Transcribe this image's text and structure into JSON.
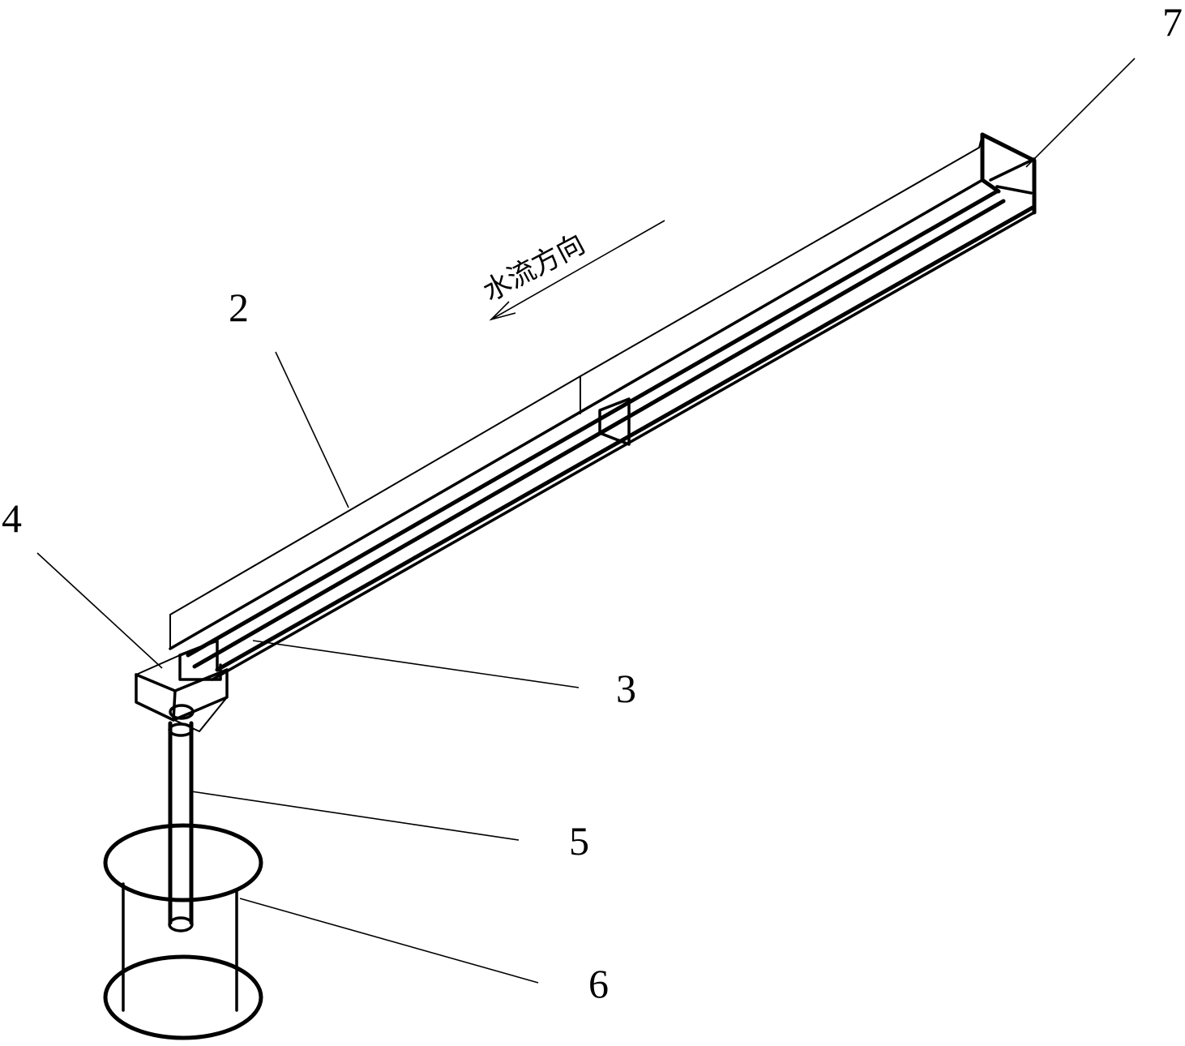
{
  "labels": {
    "l2": "2",
    "l3": "3",
    "l4": "4",
    "l5": "5",
    "l6": "6",
    "l7": "7"
  },
  "flow_direction": "水流方向",
  "colors": {
    "ink": "#000000",
    "background": "#ffffff"
  }
}
